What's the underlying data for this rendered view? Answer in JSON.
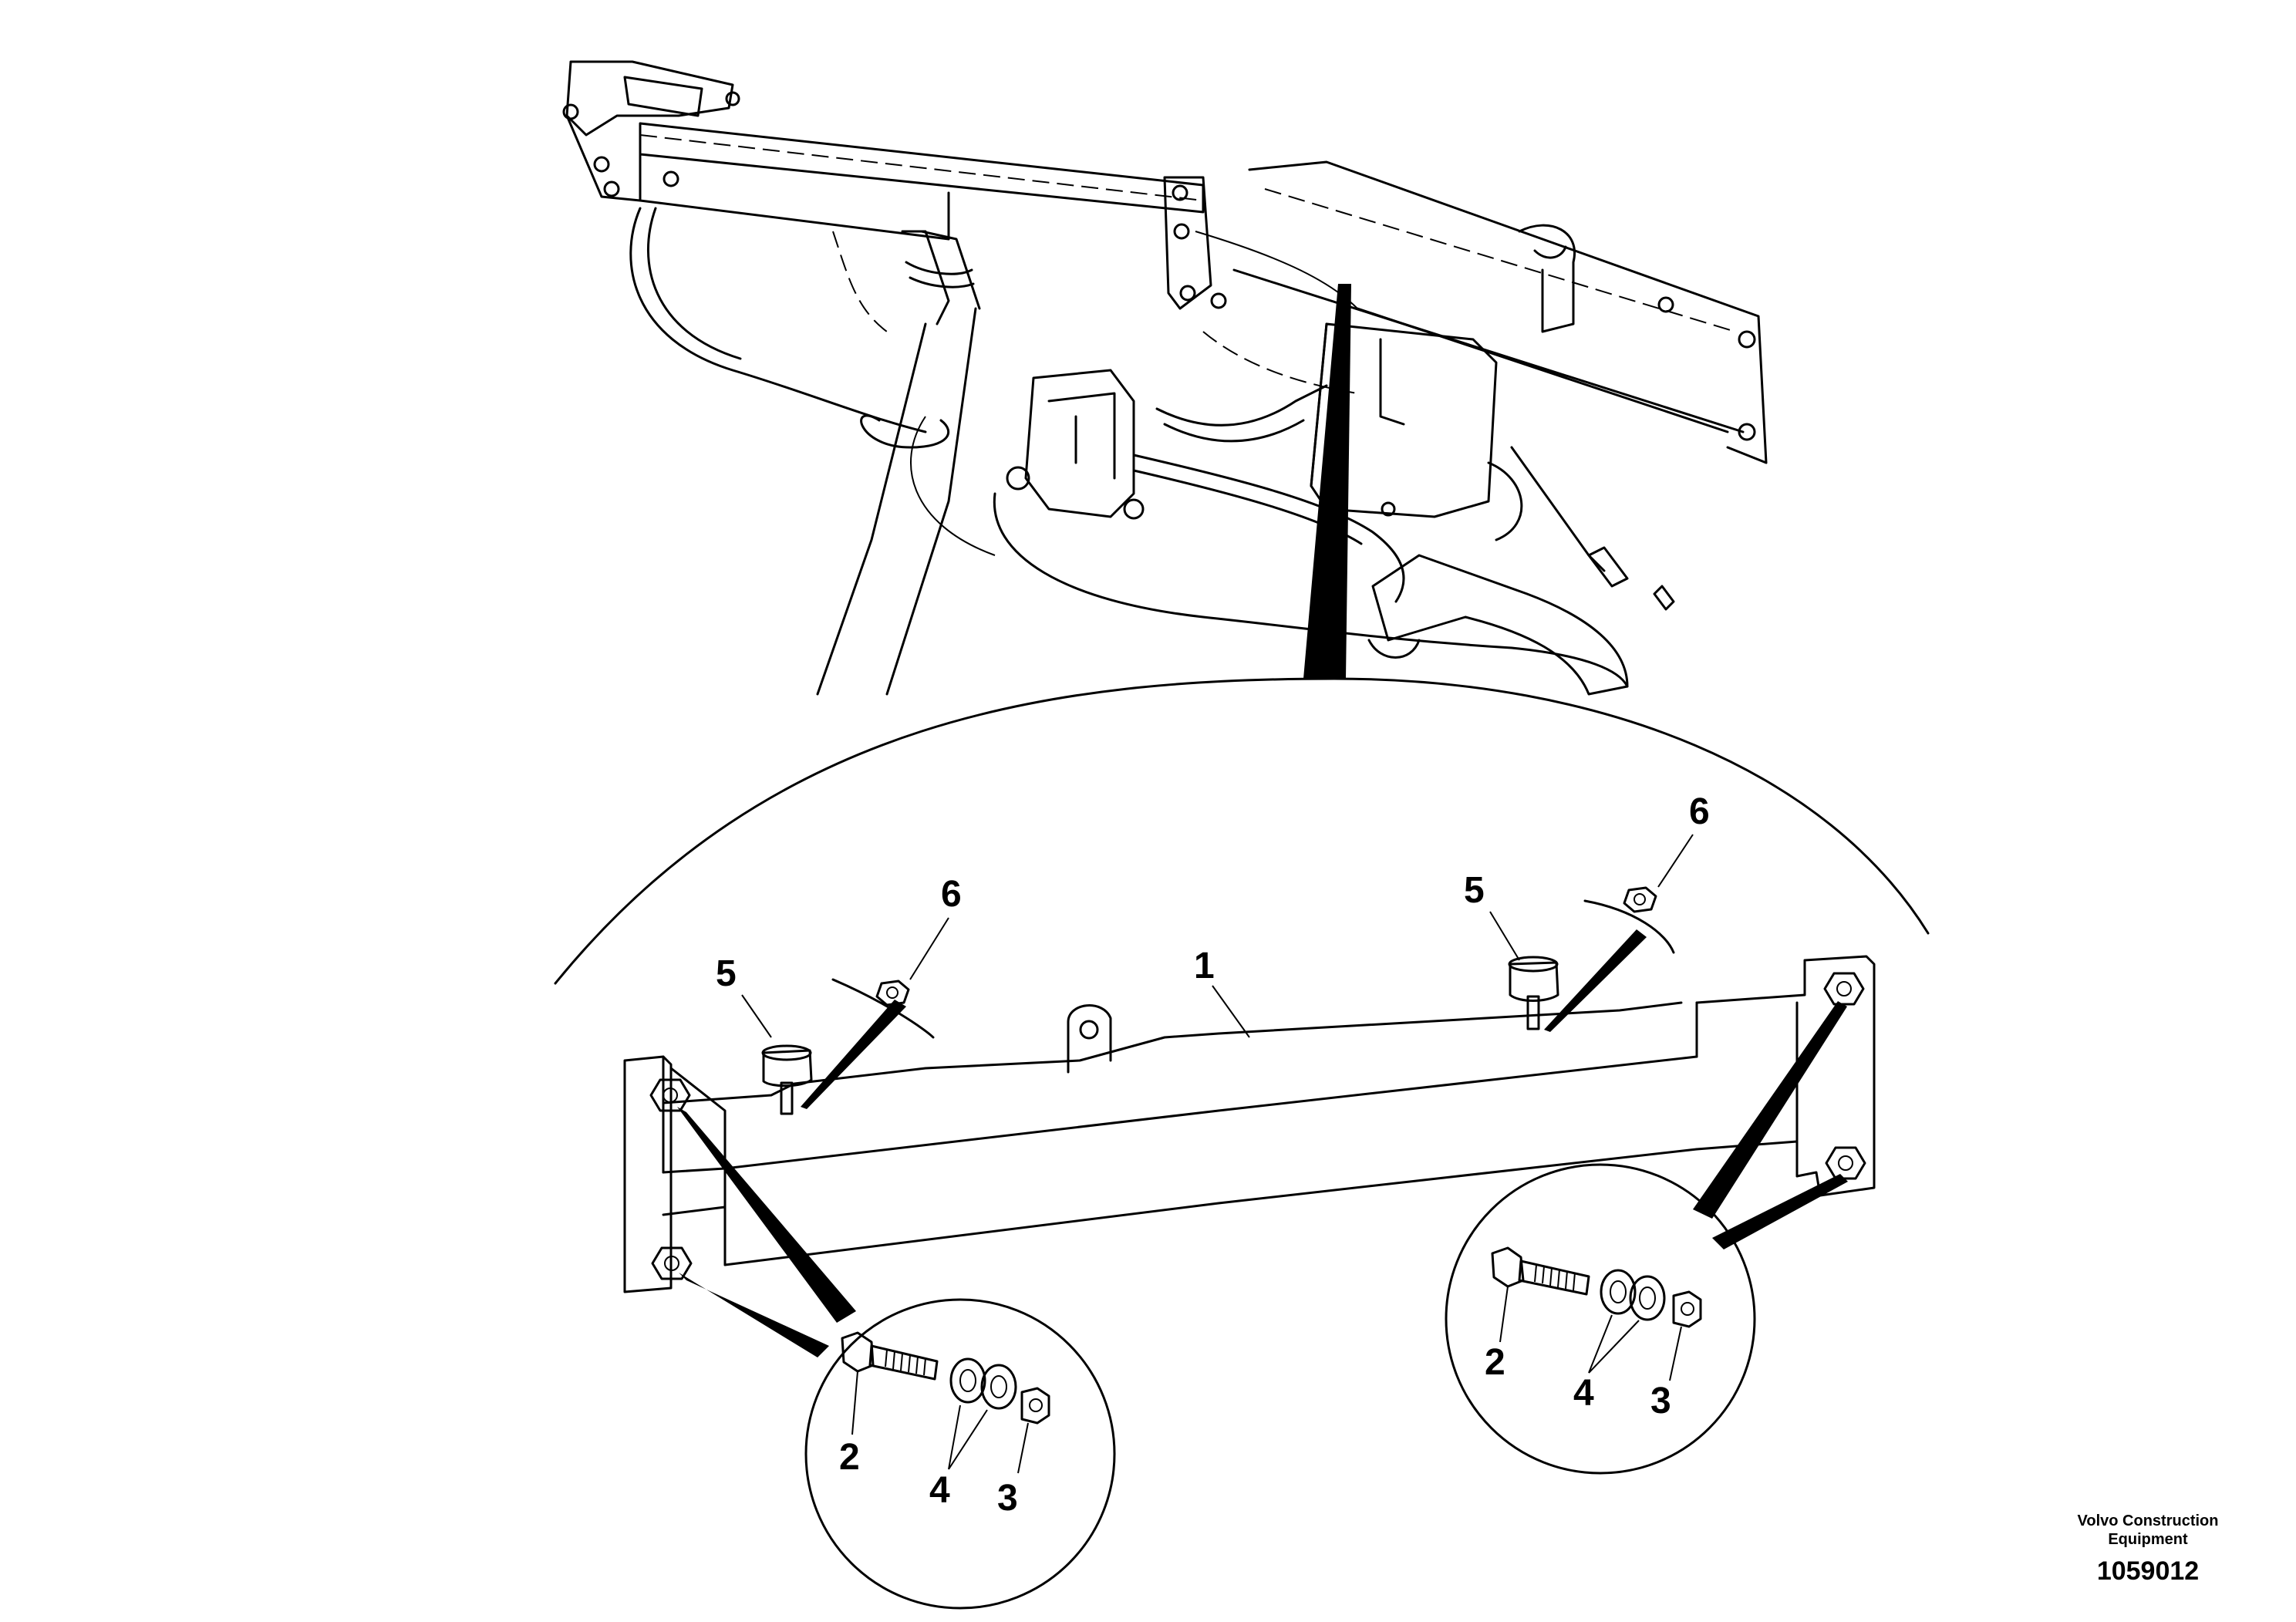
{
  "callouts": {
    "c1": "1",
    "c2_left": "2",
    "c2_right": "2",
    "c3_left": "3",
    "c3_right": "3",
    "c4_left": "4",
    "c4_right": "4",
    "c5_left": "5",
    "c5_right": "5",
    "c6_left": "6",
    "c6_right": "6"
  },
  "credit": {
    "brand": "Volvo Construction Equipment",
    "number": "1059012"
  }
}
